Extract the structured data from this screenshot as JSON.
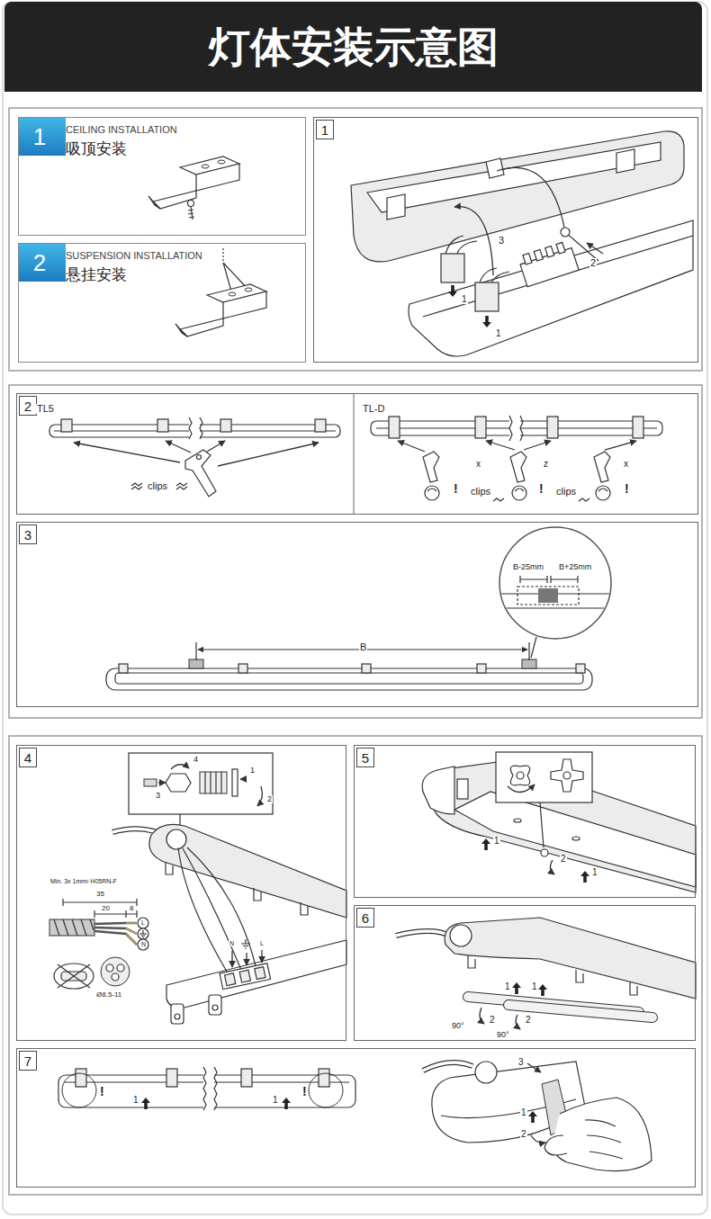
{
  "diagram": {
    "title": "灯体安装示意图",
    "nodes": [
      {
        "text": [
          "CEILING INSTALLATION",
          "吸顶安装"
        ]
      },
      {
        "text": [
          "1"
        ],
        "in": 0
      },
      {
        "text": [
          "SUSPENSION INSTALLATION",
          "悬挂安装"
        ]
      },
      {
        "text": [
          "2"
        ],
        "in": 2
      },
      {
        "text": [
          "1"
        ]
      },
      {
        "text": [
          "2"
        ]
      },
      {
        "text": [
          "3"
        ]
      },
      {
        "text": [
          "4"
        ]
      },
      {
        "text": [
          "5"
        ]
      },
      {
        "text": [
          "6"
        ]
      },
      {
        "text": [
          "7"
        ]
      }
    ],
    "labels": [
      "3",
      "2",
      "1",
      "1",
      "TL5",
      "TL-D",
      "clips",
      "x",
      "z",
      "x",
      "!",
      "clips",
      "!",
      "clips",
      "!",
      "B",
      "B-25mm",
      "B+25mm",
      "4",
      "3",
      "1",
      "2",
      "Min. 3x 1mm² H05RN-F",
      "35",
      "20",
      "8",
      "L",
      "N",
      "Ø8.5-11",
      "N",
      "L",
      "1",
      "2",
      "1",
      "1",
      "1",
      "2",
      "2",
      "90°",
      "90°",
      "!",
      "1",
      "1",
      "!",
      "3",
      "1",
      "2"
    ]
  }
}
